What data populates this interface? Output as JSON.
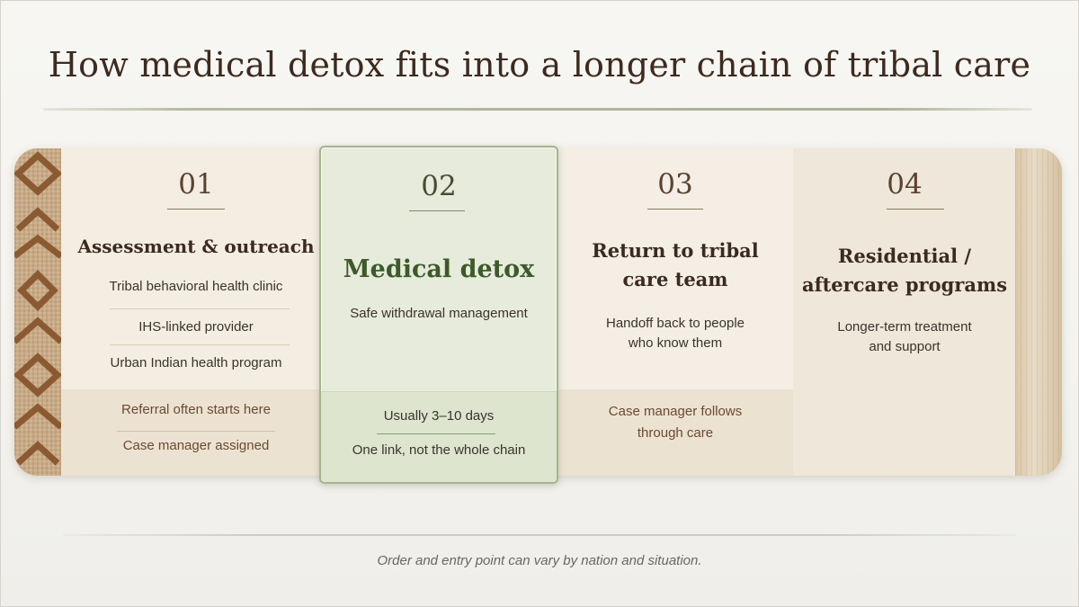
{
  "title": "How medical detox fits into a longer chain of tribal care",
  "footnote": "Order and entry point can vary by nation and situation.",
  "stages": [
    {
      "number": "01",
      "title": "Assessment & outreach",
      "items": [
        "Tribal behavioral health clinic",
        "IHS-linked provider",
        "Urban Indian health program"
      ],
      "footer": [
        "Referral often starts here",
        "Case manager assigned"
      ]
    },
    {
      "number": "02",
      "title": "Medical detox",
      "subtitle": "Safe withdrawal management",
      "footer": [
        "Usually 3–10 days",
        "One link, not the whole chain"
      ],
      "highlight": true
    },
    {
      "number": "03",
      "title_lines": [
        "Return to tribal",
        "care team"
      ],
      "description_lines": [
        "Handoff back to people",
        "who know them"
      ],
      "footer_lines": [
        "Case manager follows",
        "through care"
      ]
    },
    {
      "number": "04",
      "title_lines": [
        "Residential /",
        "aftercare programs"
      ],
      "description_lines": [
        "Longer-term treatment",
        "and support"
      ]
    }
  ],
  "colors": {
    "title": "#3e2a1e",
    "highlight_fill": "#e6ebdb",
    "highlight_border": "#a5b58c",
    "highlight_title": "#3d5a2a",
    "footer_text": "#6a4a33"
  }
}
